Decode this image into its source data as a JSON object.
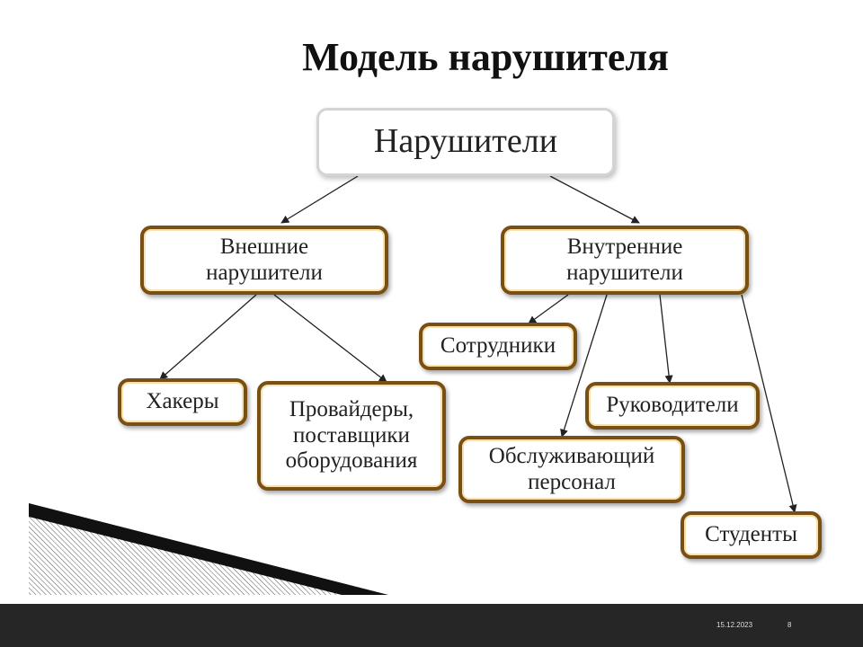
{
  "slide": {
    "title": "Модель нарушителя",
    "footer_date": "15.12.2023",
    "footer_page": "8"
  },
  "diagram": {
    "root": "Нарушители",
    "external": "Внешние нарушители",
    "internal": "Внутренние нарушители",
    "hackers": "Хакеры",
    "providers": "Провайдеры, поставщики оборудования",
    "employees": "Сотрудники",
    "managers": "Руководители",
    "service_staff": "Обслуживающий персонал",
    "students": "Студенты"
  },
  "colors": {
    "node_border": "#7a4f12",
    "root_border": "#d4d4d4",
    "footer_bg": "#262626"
  }
}
